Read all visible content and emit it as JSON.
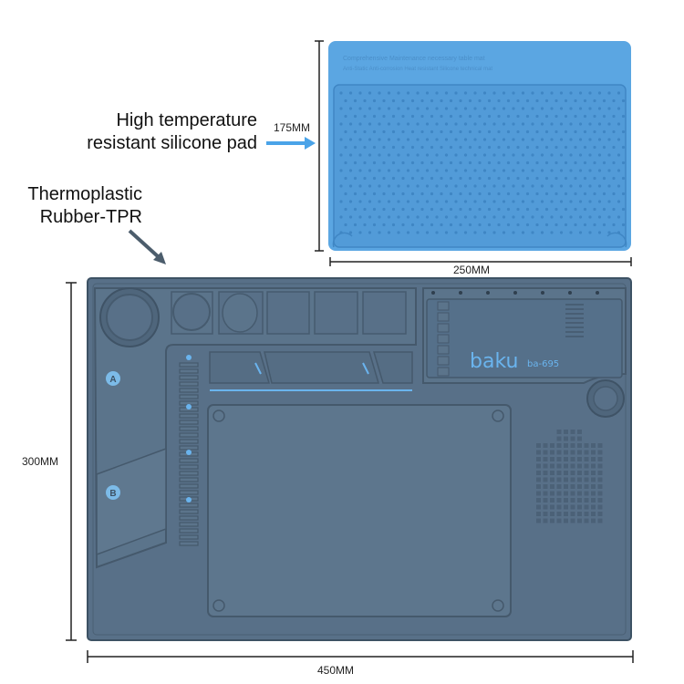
{
  "labels": {
    "silicone_pad": [
      "High temperature",
      "resistant silicone pad"
    ],
    "tpr": [
      "Thermoplastic",
      "Rubber-TPR"
    ]
  },
  "dimensions": {
    "pad_height": "175MM",
    "pad_width": "250MM",
    "mat_height": "300MM",
    "mat_width": "450MM"
  },
  "pad_print": [
    "Comprehensive Maintenance necessary table mat",
    "Anti-Static Anti-corrosion Heat resistant Silicone technical mat"
  ],
  "mat": {
    "brand": "baku",
    "model": "ba-695",
    "zone_a": "A",
    "zone_b": "B"
  },
  "colors": {
    "pad": "#5ba6e2",
    "mat": "#587088",
    "accent": "#4aa3e8"
  }
}
